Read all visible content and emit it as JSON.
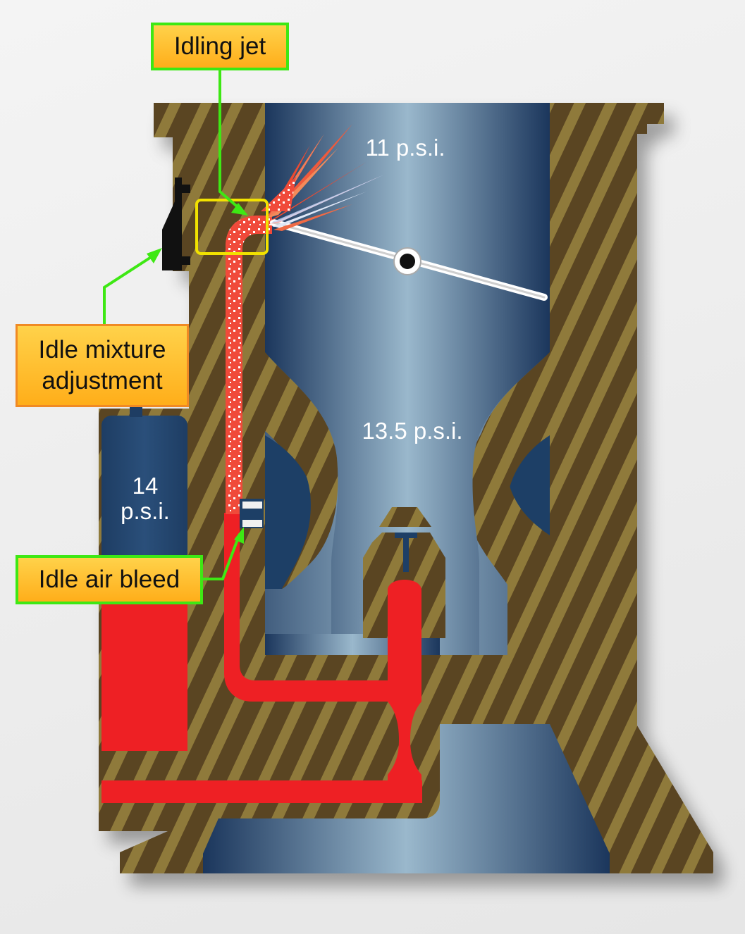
{
  "callouts": {
    "idling_jet": "Idling jet",
    "idle_mixture_line1": "Idle mixture",
    "idle_mixture_line2": "adjustment",
    "idle_air_bleed": "Idle air bleed"
  },
  "pressures": {
    "throat_upper": "11 p.s.i.",
    "venturi": "13.5 p.s.i.",
    "float_chamber_line1": "14",
    "float_chamber_line2": "p.s.i."
  },
  "colors": {
    "body_brown": "#5a4522",
    "stripe_gold": "#8f7a3a",
    "air_blue": "#1d3f66",
    "fuel_red": "#ee2024",
    "callout_green_border": "#3ee814",
    "callout_orange_border": "#f08a24",
    "callout_fill": "#ffb820",
    "leader_green": "#3ee814",
    "jet_box_yellow": "#f2e200"
  }
}
